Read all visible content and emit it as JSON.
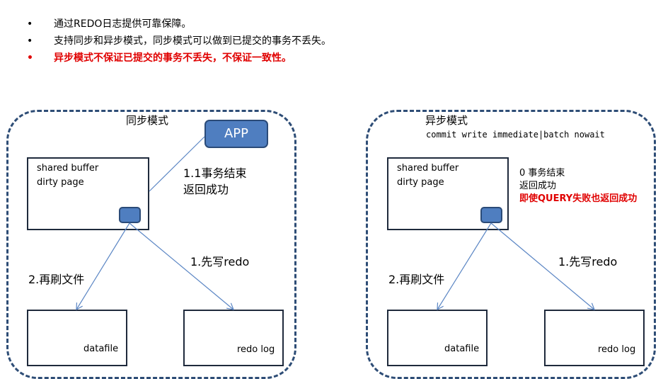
{
  "bullets": [
    {
      "text": "通过REDO日志提供可靠保障。",
      "marker": "•"
    },
    {
      "text": "支持同步和异步模式，同步模式可以做到已提交的事务不丢失。",
      "marker": "•"
    },
    {
      "text": "异步模式不保证已提交的事务不丢失，不保证一致性。",
      "marker": "•"
    }
  ],
  "sync": {
    "title": "同步模式",
    "app_label": "APP",
    "buffer_line1": "shared buffer",
    "buffer_line2": "dirty page",
    "note_line1": "1.1事务结束",
    "note_line2": "返回成功",
    "step_write_redo": "1.先写redo",
    "step_flush_file": "2.再刷文件",
    "datafile_label": "datafile",
    "redolog_label": "redo log"
  },
  "async": {
    "title": "异步模式",
    "subtitle": "commit  write immediate|batch  nowait",
    "buffer_line1": "shared buffer",
    "buffer_line2": "dirty page",
    "note_line1": "0 事务结束",
    "note_line2": "返回成功",
    "note_warning": "即使QUERY失败也返回成功",
    "step_write_redo": "1.先写redo",
    "step_flush_file": "2.再刷文件",
    "datafile_label": "datafile",
    "redolog_label": "redo log"
  },
  "colors": {
    "dash_border": "#2e4d76",
    "knob_fill": "#4f7ec0",
    "arrow": "#5b86c4",
    "warning": "#e00000"
  }
}
